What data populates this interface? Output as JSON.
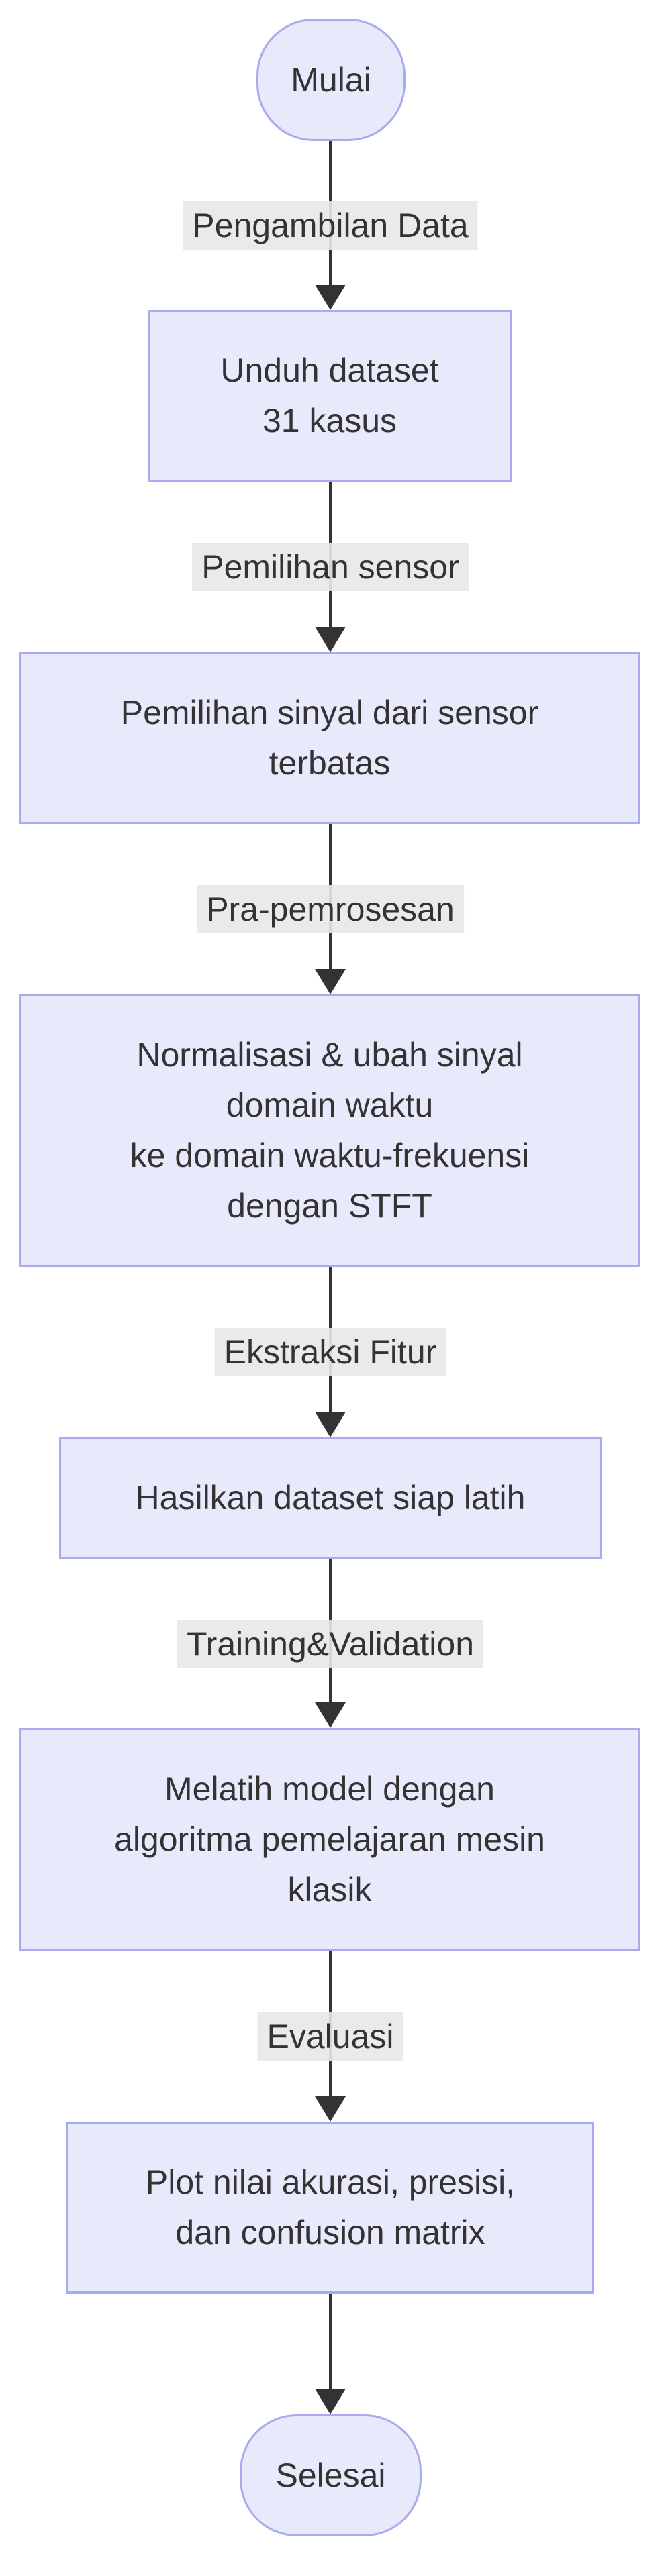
{
  "diagram": {
    "type": "flowchart-top-down",
    "colors": {
      "node_fill": "#e8e9fb",
      "node_border": "#a8acee",
      "edge_label_background": "#e8e8e8",
      "text": "#333333",
      "arrow": "#333333",
      "background": "#ffffff"
    },
    "start_node": {
      "label": "Mulai"
    },
    "end_node": {
      "label": "Selesai"
    },
    "steps": [
      {
        "edge_label": "Pengambilan Data",
        "node_lines": [
          "Unduh dataset",
          "31 kasus"
        ]
      },
      {
        "edge_label": "Pemilihan sensor",
        "node_lines": [
          "Pemilihan sinyal dari sensor",
          "terbatas"
        ]
      },
      {
        "edge_label": "Pra-pemrosesan",
        "node_lines": [
          "Normalisasi & ubah sinyal",
          "domain waktu",
          "ke domain waktu-frekuensi",
          "dengan STFT"
        ]
      },
      {
        "edge_label": "Ekstraksi Fitur",
        "node_lines": [
          "Hasilkan dataset siap latih"
        ]
      },
      {
        "edge_label": "Training&Validation",
        "node_lines": [
          "Melatih model dengan",
          "algoritma pemelajaran mesin",
          "klasik"
        ]
      },
      {
        "edge_label": "Evaluasi",
        "node_lines": [
          "Plot nilai akurasi, presisi,",
          "dan confusion matrix"
        ]
      }
    ]
  }
}
